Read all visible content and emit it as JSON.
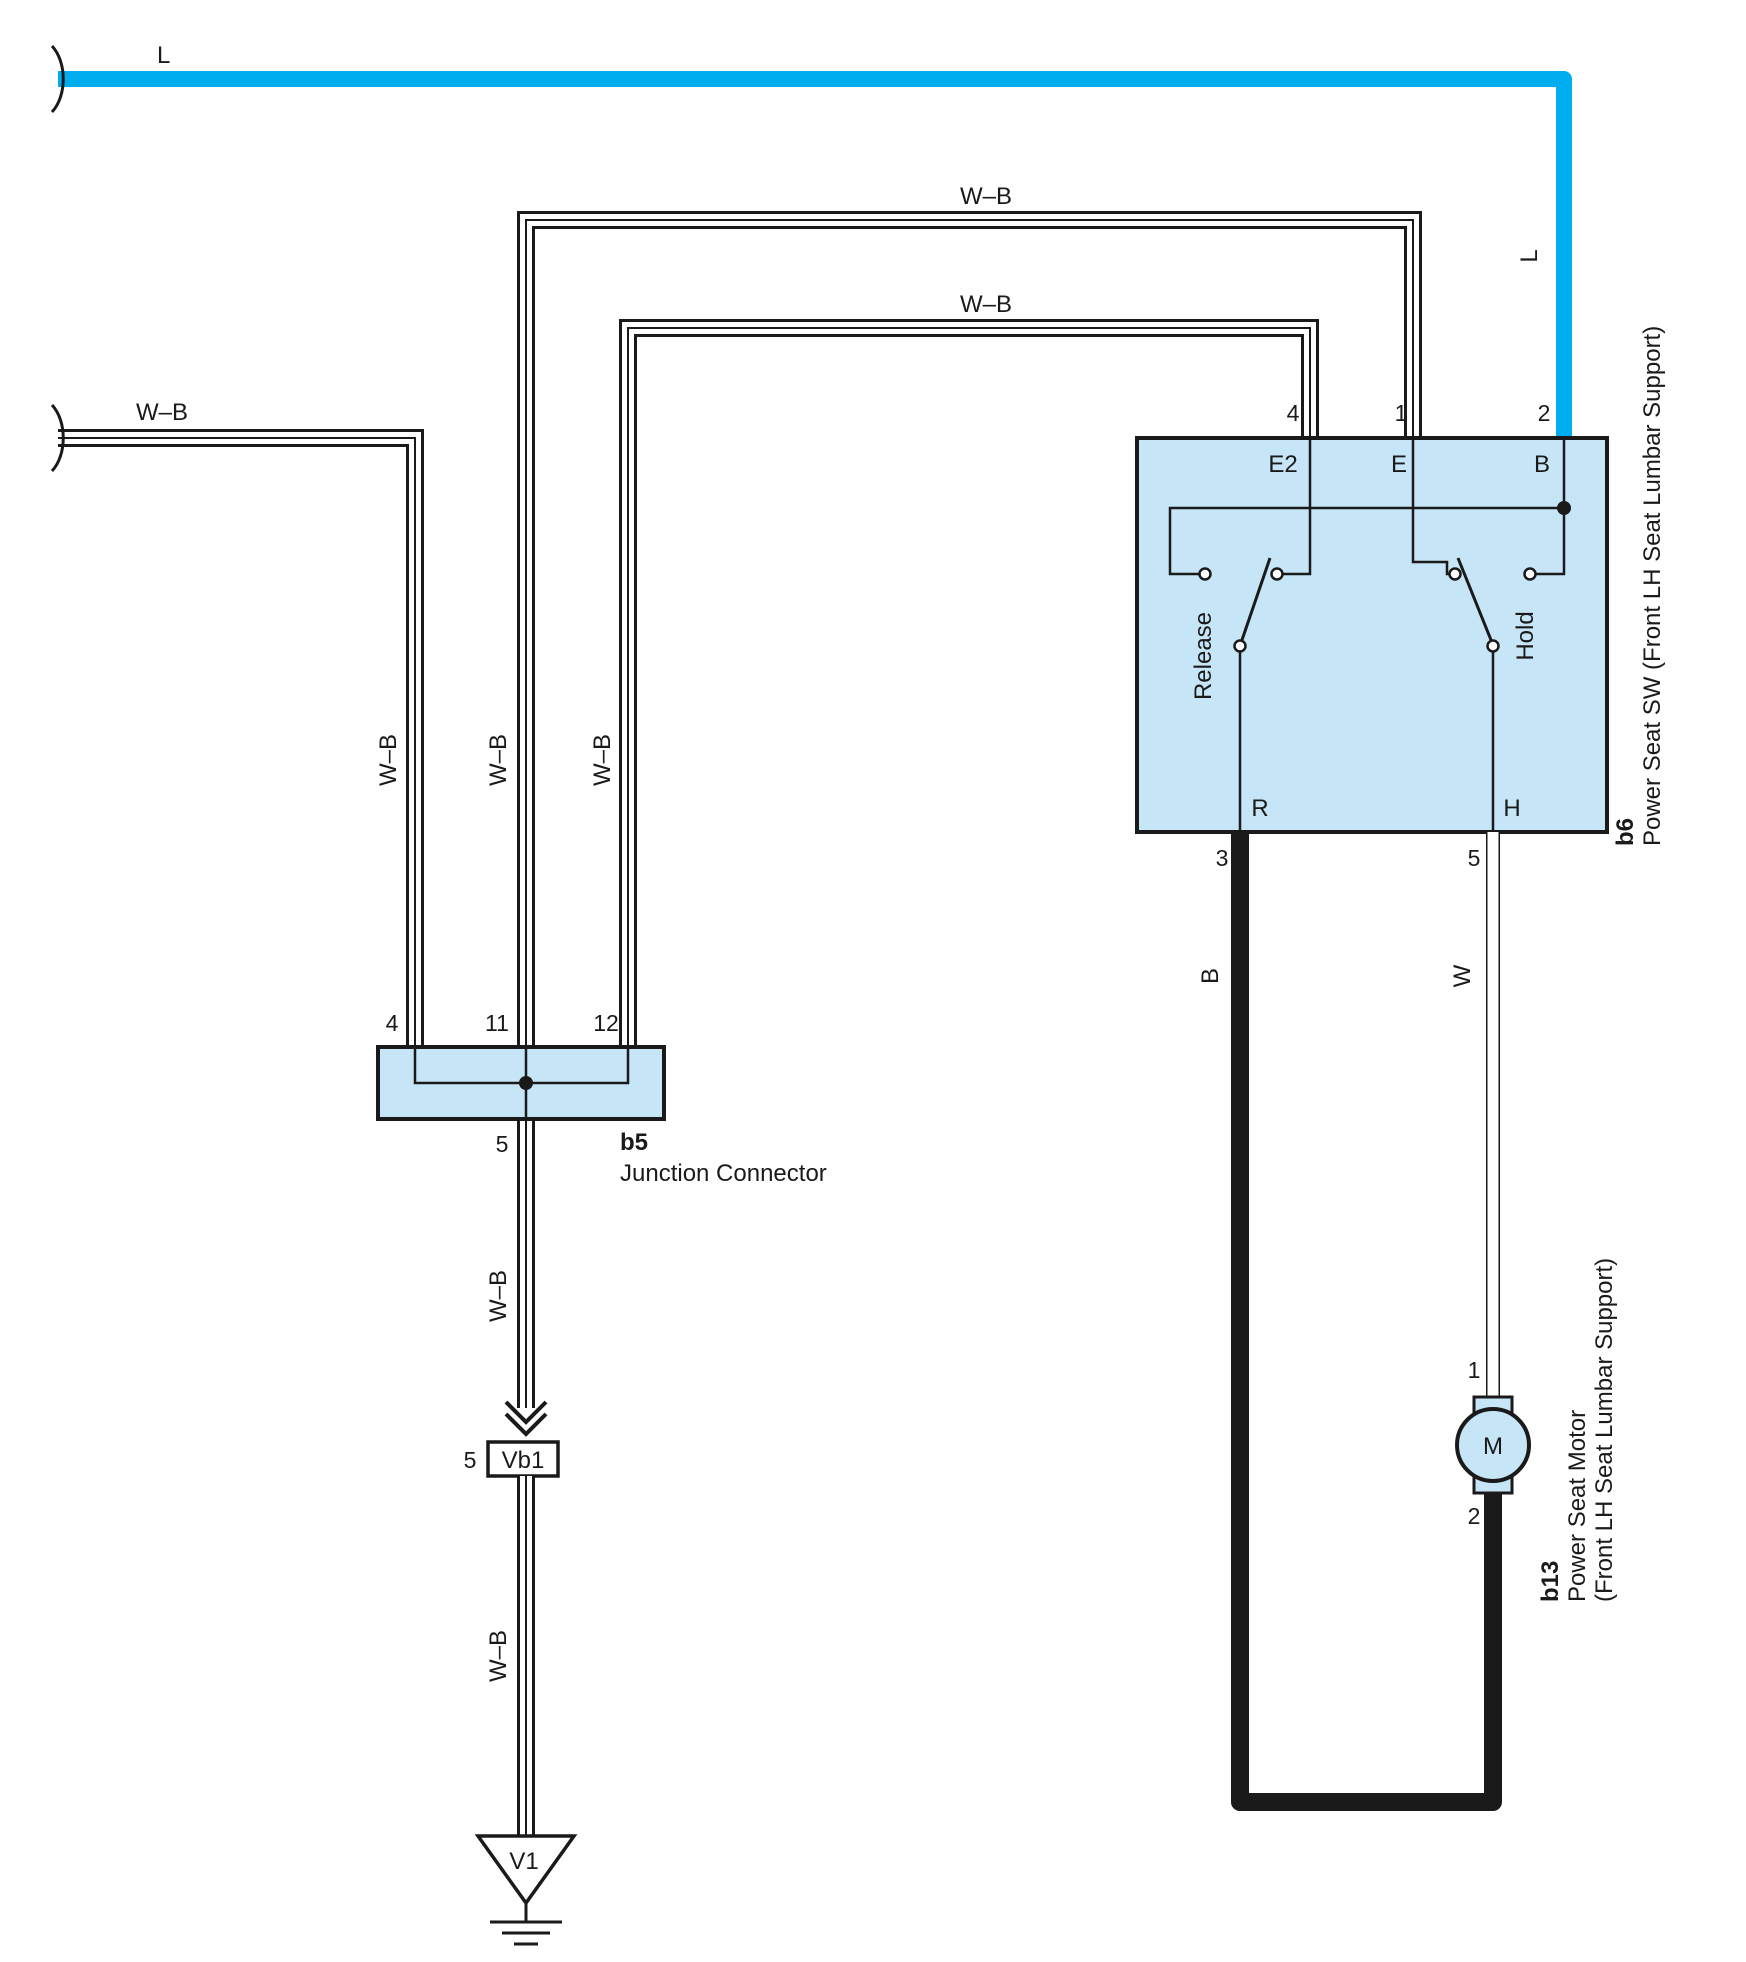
{
  "colors": {
    "wire_l": "#00aeef",
    "box_fill": "#c6e6f7",
    "wire_dark": "#1a1a1a",
    "wire_white": "#ffffff"
  },
  "wires": {
    "l_top": "L",
    "l_vertical": "L",
    "wb_top": "W–B",
    "wb_second": "W–B",
    "wb_left": "W–B",
    "wb_left_vertical": "W–B",
    "wb_middle_vertical": "W–B",
    "wb_right_vertical": "W–B",
    "wb_to_vb1": "W–B",
    "wb_to_ground": "W–B",
    "b_motor": "B",
    "w_motor": "W"
  },
  "switch_b6": {
    "code": "b6",
    "name": "Power Seat SW (Front LH Seat Lumbar Support)",
    "terminals": [
      "E2",
      "E",
      "B",
      "R",
      "H"
    ],
    "pins": [
      "4",
      "1",
      "2",
      "3",
      "5"
    ],
    "positions": [
      "Release",
      "Hold"
    ]
  },
  "junction_b5": {
    "code": "b5",
    "name": "Junction Connector",
    "pins": [
      "4",
      "11",
      "12",
      "5"
    ]
  },
  "connector_vb1": {
    "label": "Vb1",
    "pin": "5"
  },
  "ground_v1": {
    "label": "V1"
  },
  "motor_b13": {
    "code": "b13",
    "name_line1": "Power Seat Motor",
    "name_line2": "(Front LH Seat Lumbar Support)",
    "symbol": "M",
    "pins": [
      "1",
      "2"
    ]
  }
}
